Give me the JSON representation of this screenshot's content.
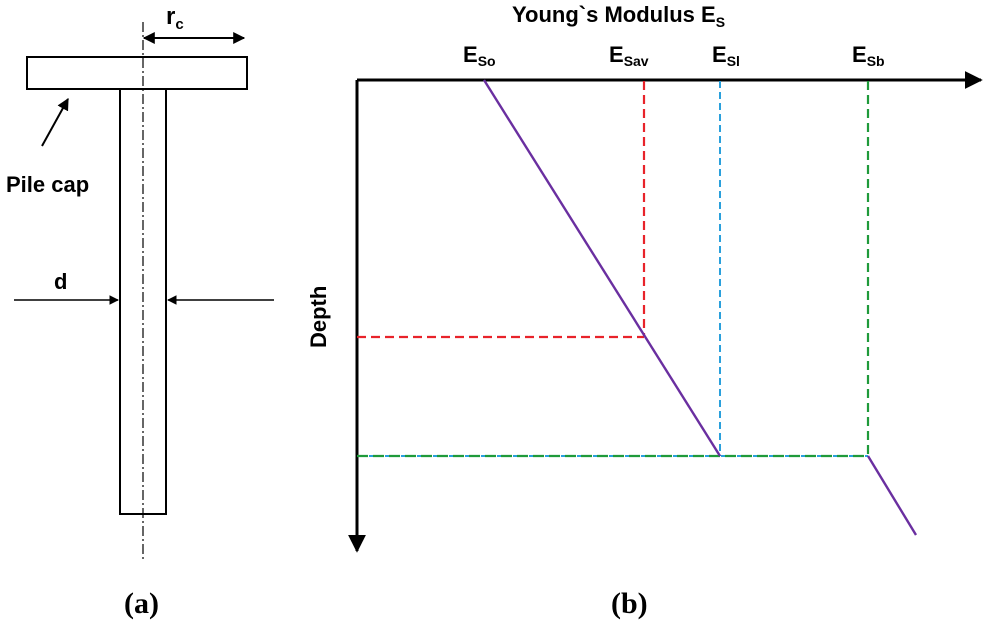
{
  "panel_a": {
    "caption": "(a)",
    "radius_label": "r",
    "radius_sub": "c",
    "diameter_label": "d",
    "pile_cap_label": "Pile cap"
  },
  "panel_b": {
    "caption": "(b)",
    "title_main": "Young`s Modulus E",
    "title_sub": "S",
    "depth_label": "Depth",
    "ticks": [
      {
        "main": "E",
        "sub": "So"
      },
      {
        "main": "E",
        "sub": "Sav"
      },
      {
        "main": "E",
        "sub": "Sl"
      },
      {
        "main": "E",
        "sub": "Sb"
      }
    ],
    "colors": {
      "profile": "#6a2fa0",
      "average": "#e8232a",
      "at_pile_tip": "#2aa0dc",
      "below_tip": "#1f9a3a"
    }
  }
}
